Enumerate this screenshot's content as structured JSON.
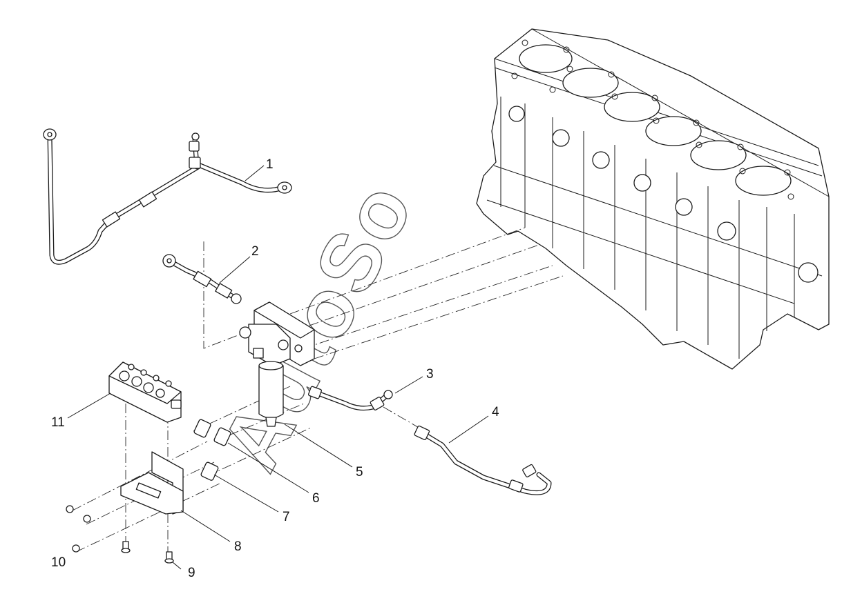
{
  "diagram": {
    "labels": [
      "1",
      "2",
      "3",
      "4",
      "5",
      "6",
      "7",
      "8",
      "9",
      "10",
      "11"
    ],
    "watermark": "AutoSo",
    "colors": {
      "line": "#1a1a1a",
      "background": "#ffffff",
      "watermark": "#555555"
    }
  }
}
